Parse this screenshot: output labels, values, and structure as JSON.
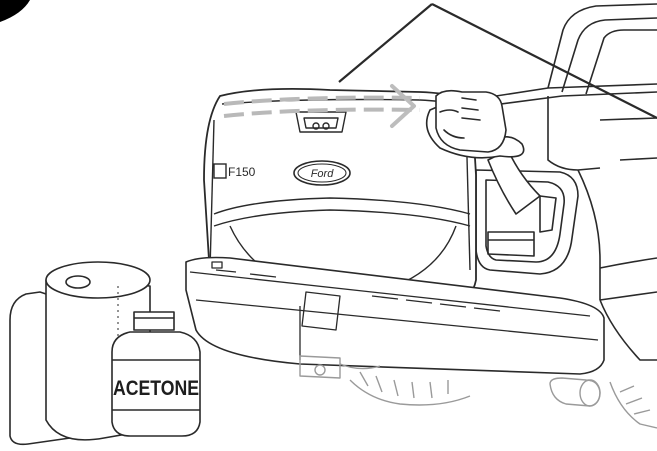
{
  "illustration": {
    "tailgate_badge": "F150",
    "emblem_text": "Ford",
    "bottle_label": "ACETONE",
    "colors": {
      "line": "#2a2a2a",
      "background": "#ffffff",
      "dashed_guide": "#b9b9b9",
      "arrow": "#bdbdbd",
      "wheel_shadow": "#9a9a9a",
      "corner_marker": "#000000"
    },
    "icons": {
      "pointer_line": "callout-line",
      "motion_arrow": "right-arrow",
      "hand": "gloved-hand-with-cloth",
      "paper_towel": "paper-towel-roll",
      "bottle": "solvent-bottle"
    }
  }
}
